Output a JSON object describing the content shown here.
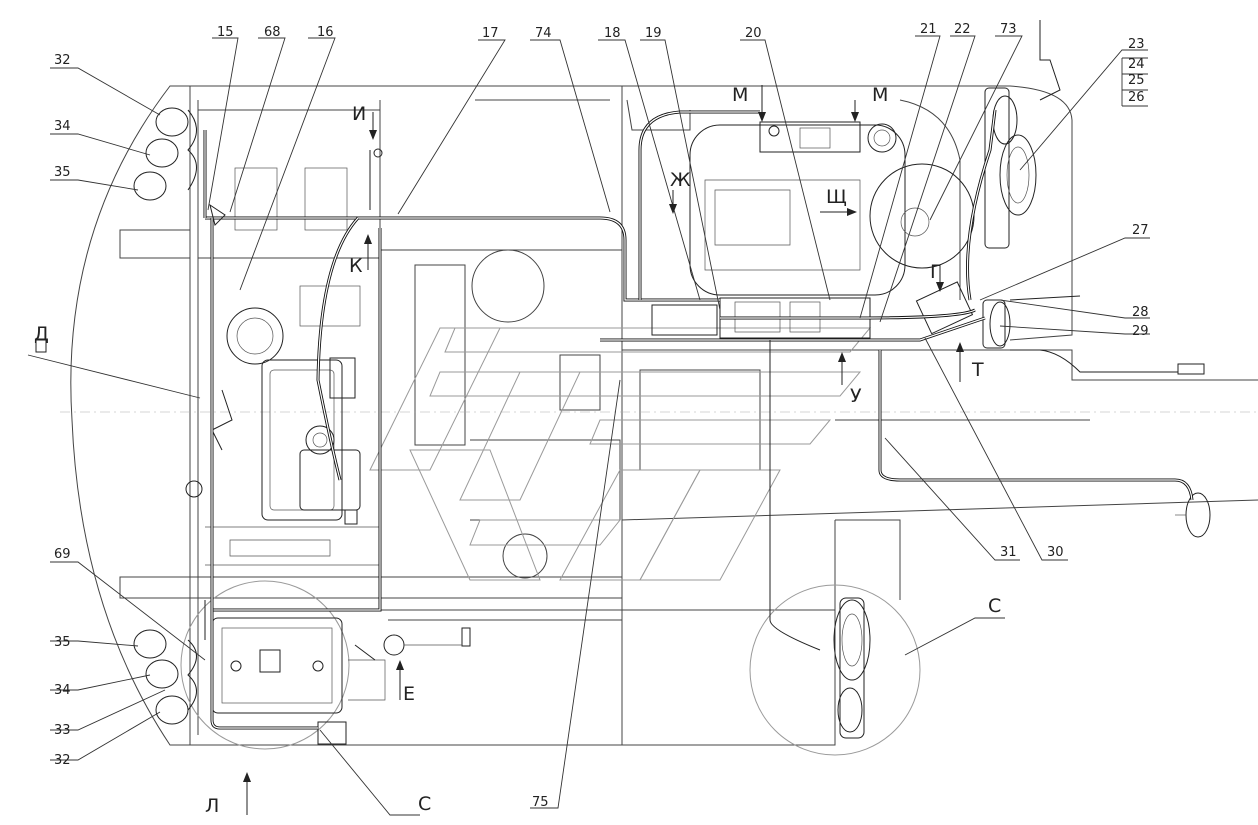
{
  "diagram": {
    "callouts_top": [
      "15",
      "68",
      "16",
      "17",
      "74",
      "18",
      "19",
      "20",
      "21",
      "22",
      "73"
    ],
    "callouts_right": [
      "23",
      "24",
      "25",
      "26",
      "27",
      "28",
      "29"
    ],
    "callouts_left": [
      "32",
      "34",
      "35",
      "69",
      "35",
      "34",
      "33",
      "32"
    ],
    "callouts_bottom": [
      "75",
      "31",
      "30"
    ],
    "view_letters": {
      "m1": "М",
      "m2": "М",
      "i": "И",
      "k": "К",
      "zh": "Ж",
      "shch": "Щ",
      "g": "Г",
      "t": "Т",
      "u": "У",
      "d": "Д",
      "e": "Е",
      "l": "Л",
      "c1": "С",
      "c2": "С"
    }
  }
}
